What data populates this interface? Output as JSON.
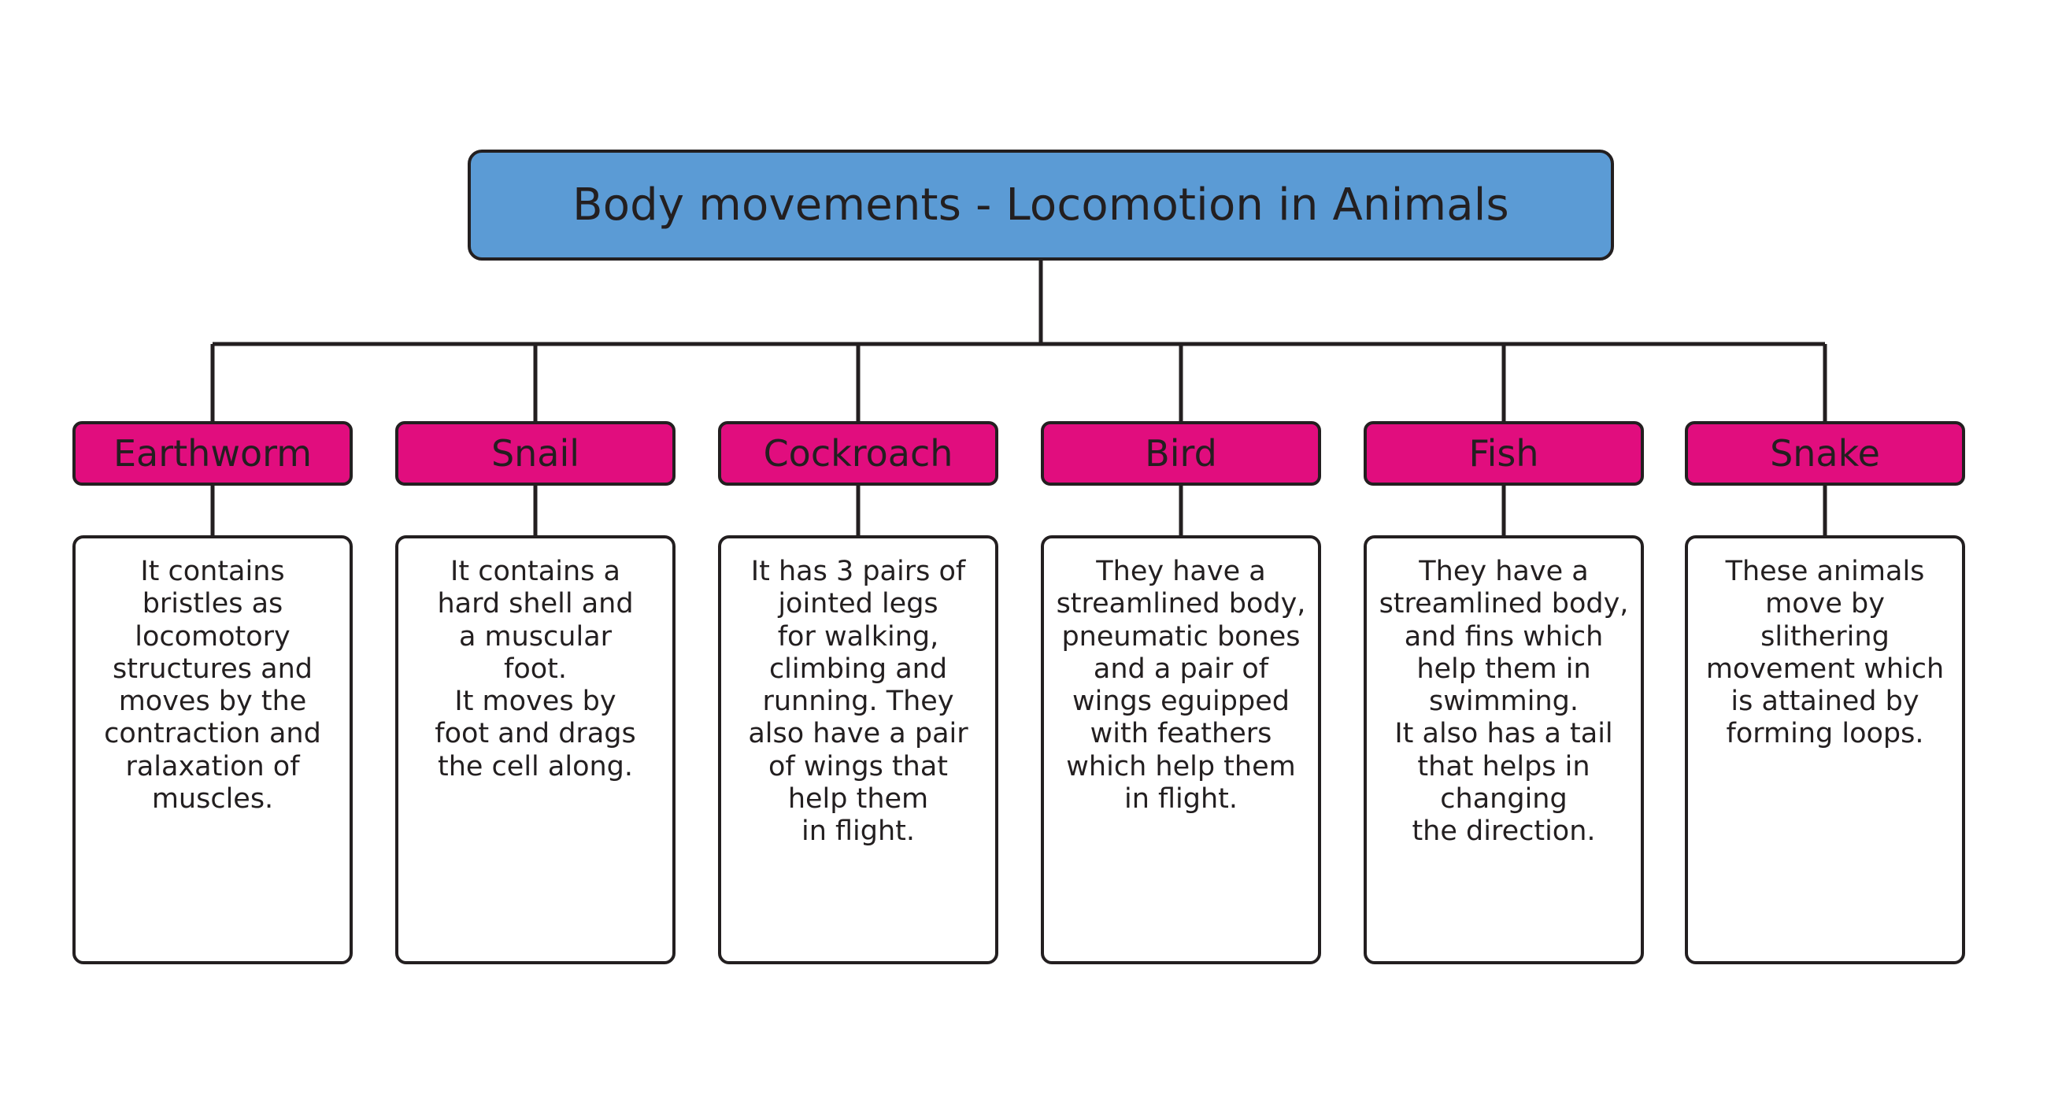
{
  "diagram": {
    "type": "hierarchy-tree",
    "root": {
      "title": "Body movements - Locomotion in Animals",
      "fill_color": "#5B9BD5",
      "border_color": "#231F20"
    },
    "branch_style": {
      "header_fill_color": "#E10D7E",
      "body_fill_color": "#FFFFFF",
      "border_color": "#231F20"
    },
    "branches": [
      {
        "label": "Earthworm",
        "description": "It contains\nbristles as\nlocomotory\nstructures and\nmoves by the\ncontraction and\nralaxation of\nmuscles."
      },
      {
        "label": "Snail",
        "description": "It contains a\nhard shell and\na muscular\nfoot.\nIt moves by\nfoot and drags\nthe cell along."
      },
      {
        "label": "Cockroach",
        "description": "It has 3 pairs of\njointed legs\nfor walking,\nclimbing and\nrunning. They\nalso have a pair\nof wings that\nhelp them\nin flight."
      },
      {
        "label": "Bird",
        "description": "They have a\nstreamlined body,\npneumatic bones\nand a pair of\nwings eguipped\nwith feathers\nwhich help them\nin flight."
      },
      {
        "label": "Fish",
        "description": "They have a\nstreamlined body,\nand fins which\nhelp them in\nswimming.\nIt also has a tail\nthat helps in\nchanging\nthe direction."
      },
      {
        "label": "Snake",
        "description": "These animals\nmove by\nslithering\nmovement which\nis attained by\nforming loops."
      }
    ]
  }
}
